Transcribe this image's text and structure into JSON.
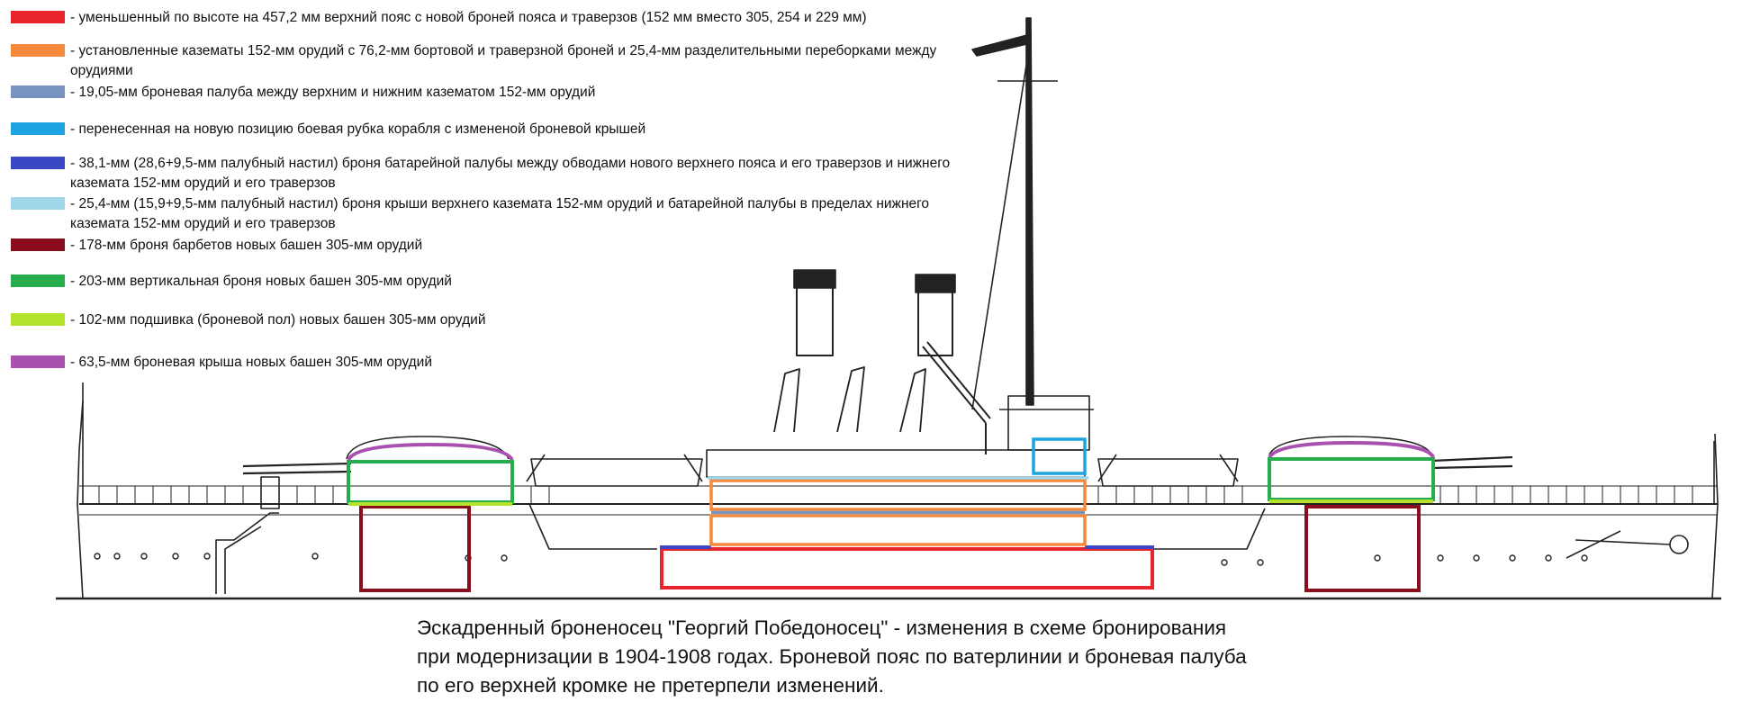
{
  "legend": [
    {
      "color": "#e8252c",
      "text": "- уменьшенный по высоте на 457,2 мм верхний пояс с новой броней пояса и траверзов (152 мм вместо 305, 254 и 229 мм)"
    },
    {
      "color": "#f5883a",
      "text": "- установленные казематы 152-мм орудий с 76,2-мм бортовой и траверзной броней и 25,4-мм разделительными переборками между орудиями"
    },
    {
      "color": "#7893bf",
      "text": "- 19,05-мм броневая палуба между верхним и нижним казематом 152-мм орудий"
    },
    {
      "color": "#1da4e0",
      "text": "- перенесенная на новую позицию боевая рубка корабля с измененой броневой крышей"
    },
    {
      "color": "#3a48c5",
      "text": "- 38,1-мм (28,6+9,5-мм палубный настил) броня батарейной палубы между обводами нового верхнего пояса и его траверзов и нижнего каземата 152-мм орудий и его траверзов"
    },
    {
      "color": "#9fd6ea",
      "text": "- 25,4-мм (15,9+9,5-мм палубный настил) броня крыши верхнего каземата 152-мм орудий и батарейной палубы в пределах нижнего каземата 152-мм орудий и его траверзов"
    },
    {
      "color": "#8b0c1d",
      "text": "- 178-мм броня барбетов новых башен 305-мм орудий"
    },
    {
      "color": "#26ad4d",
      "text": "- 203-мм вертикальная броня новых башен 305-мм орудий"
    },
    {
      "color": "#b5e22b",
      "text": "- 102-мм подшивка (броневой пол) новых башен 305-мм орудий"
    },
    {
      "color": "#a851ae",
      "text": "- 63,5-мм броневая крыша новых башен 305-мм орудий"
    }
  ],
  "caption": [
    "Эскадренный броненосец \"Георгий Победоносец\" - изменения в схеме бронирования",
    "при модернизации в 1904-1908 годах. Броневой пояс по ватерлинии и броневая палуба",
    "по его верхней кромке не претерпели изменений."
  ]
}
